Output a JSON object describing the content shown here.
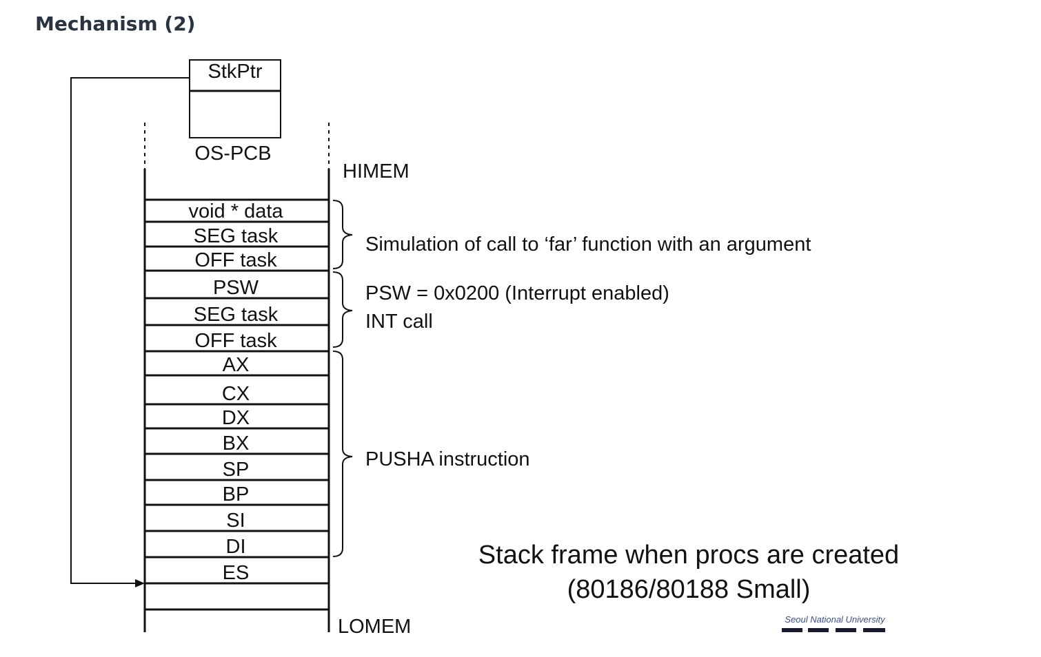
{
  "page": {
    "title": "Mechanism (2)"
  },
  "diagram": {
    "pcb_field": "StkPtr",
    "pcb_label": "OS-PCB",
    "himem": "HIMEM",
    "lomem": "LOMEM",
    "stack_cells": [
      "void * data",
      "SEG task",
      "OFF task",
      "PSW",
      "SEG task",
      "OFF task",
      "AX",
      "CX",
      "DX",
      "BX",
      "SP",
      "BP",
      "SI",
      "DI",
      "ES",
      ""
    ],
    "annotations": {
      "far_call": "Simulation of call to ‘far’ function with an argument",
      "psw_note": "PSW = 0x0200 (Interrupt enabled)",
      "int_call": "INT call",
      "pusha": "PUSHA instruction"
    },
    "caption_line1": "Stack frame when procs are created",
    "caption_line2": "(80186/80188 Small)",
    "logo_text": "Seoul National University",
    "colors": {
      "stroke": "#111111",
      "title": "#2a3440"
    }
  }
}
